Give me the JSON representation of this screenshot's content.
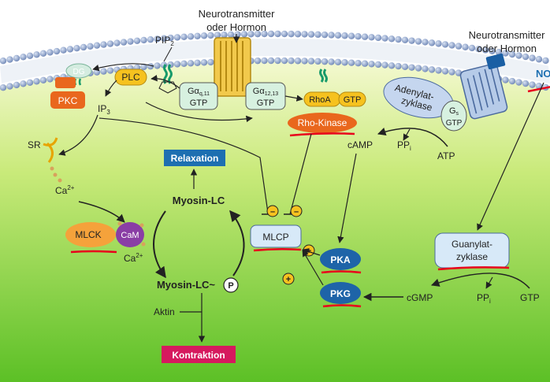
{
  "header": {
    "nt_left_line1": "Neurotransmitter",
    "nt_left_line2": "oder Hormon",
    "nt_right_line1": "Neurotransmitter",
    "nt_right_line2": "oder Hormon",
    "no_label": "NO"
  },
  "membrane": {
    "pip2_label": "PIP",
    "pip2_sub": "2",
    "dg_label": "DG",
    "pkc_label": "PKC",
    "plc_label": "PLC",
    "ip3_label": "IP",
    "ip3_sub": "3",
    "gq_label_a": "Gα",
    "gq_label_sub": "q,11",
    "gq_label_b": "GTP",
    "g12_label_a": "Gα",
    "g12_label_sub": "12,13",
    "g12_label_b": "GTP",
    "rhoa_label": "RhoA",
    "rhoa_gtp": "GTP",
    "rho_kinase_label": "Rho-Kinase",
    "adenylat_line1": "Adenylat-",
    "adenylat_line2": "zyklase",
    "gs_label": "G",
    "gs_sub": "s",
    "gs_gtp": "GTP"
  },
  "cytosol": {
    "sr_label": "SR",
    "ca_label": "Ca",
    "ca_sup": "2+",
    "ca2_label": "Ca",
    "ca2_sup": "2+",
    "mlck_label": "MLCK",
    "cam_label": "CaM",
    "myosin_lc_top": "Myosin-LC",
    "myosin_lc_bottom": "Myosin-LC~",
    "phos_label": "P",
    "aktin_label": "Aktin",
    "relaxation_label": "Relaxation",
    "kontraktion_label": "Kontraktion",
    "mlcp_label": "MLCP",
    "pka_label": "PKA",
    "pkg_label": "PKG",
    "camp_label": "cAMP",
    "ppi_label": "PP",
    "ppi_sub": "i",
    "atp_label": "ATP",
    "guanylat_line1": "Guanylat-",
    "guanylat_line2": "zyklase",
    "cgmp_label": "cGMP",
    "ppi2_label": "PP",
    "ppi2_sub": "i",
    "gtp_label": "GTP",
    "minus_sign": "–",
    "plus_sign": "+"
  },
  "colors": {
    "cytosol_top": "#f4f8c8",
    "cytosol_bottom": "#62c42a",
    "membrane_head": "#8fa4c9",
    "relaxation_box": "#1d6fb1",
    "kontraktion_box": "#d6195e",
    "rho_kinase": "#e9671d",
    "rhoa": "#f6c21f",
    "pka_pkg": "#1e64a8",
    "mlcp": "#d7e9f8",
    "mlck": "#f5a23b",
    "cam": "#8a3ea5",
    "red_mark": "#e8001c"
  }
}
